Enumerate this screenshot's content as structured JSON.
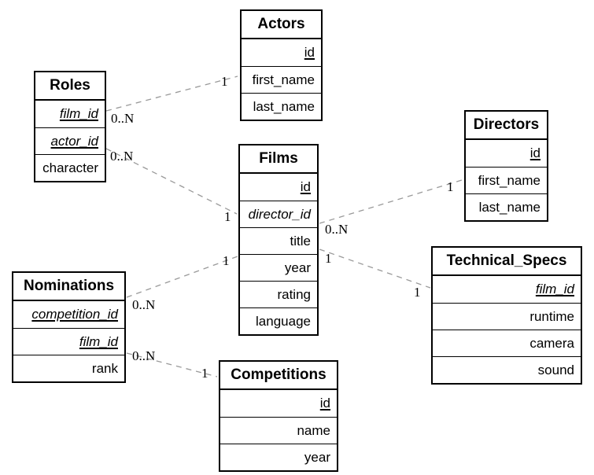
{
  "diagram": {
    "type": "entity-relationship",
    "colors": {
      "background": "#ffffff",
      "table_border": "#000000",
      "table_fill": "#ffffff",
      "text": "#000000",
      "relationship_line": "#9a9a9a"
    },
    "tables": [
      {
        "name": "Actors",
        "fields": [
          {
            "label": "id",
            "key": "primary"
          },
          {
            "label": "first_name",
            "key": "none"
          },
          {
            "label": "last_name",
            "key": "none"
          }
        ]
      },
      {
        "name": "Roles",
        "fields": [
          {
            "label": "film_id",
            "key": "primary-foreign"
          },
          {
            "label": "actor_id",
            "key": "primary-foreign"
          },
          {
            "label": "character",
            "key": "none"
          }
        ]
      },
      {
        "name": "Films",
        "fields": [
          {
            "label": "id",
            "key": "primary"
          },
          {
            "label": "director_id",
            "key": "foreign"
          },
          {
            "label": "title",
            "key": "none"
          },
          {
            "label": "year",
            "key": "none"
          },
          {
            "label": "rating",
            "key": "none"
          },
          {
            "label": "language",
            "key": "none"
          }
        ]
      },
      {
        "name": "Directors",
        "fields": [
          {
            "label": "id",
            "key": "primary"
          },
          {
            "label": "first_name",
            "key": "none"
          },
          {
            "label": "last_name",
            "key": "none"
          }
        ]
      },
      {
        "name": "Nominations",
        "fields": [
          {
            "label": "competition_id",
            "key": "primary-foreign"
          },
          {
            "label": "film_id",
            "key": "primary-foreign"
          },
          {
            "label": "rank",
            "key": "none"
          }
        ]
      },
      {
        "name": "Competitions",
        "fields": [
          {
            "label": "id",
            "key": "primary"
          },
          {
            "label": "name",
            "key": "none"
          },
          {
            "label": "year",
            "key": "none"
          }
        ]
      },
      {
        "name": "Technical_Specs",
        "fields": [
          {
            "label": "film_id",
            "key": "primary-foreign"
          },
          {
            "label": "runtime",
            "key": "none"
          },
          {
            "label": "camera",
            "key": "none"
          },
          {
            "label": "sound",
            "key": "none"
          }
        ]
      }
    ],
    "relationships": [
      {
        "from": "Roles",
        "to": "Actors",
        "from_card": "0..N",
        "to_card": "1"
      },
      {
        "from": "Roles",
        "to": "Films",
        "from_card": "0..N",
        "to_card": "1"
      },
      {
        "from": "Films",
        "to": "Directors",
        "from_card": "0..N",
        "to_card": "1"
      },
      {
        "from": "Films",
        "to": "Technical_Specs",
        "from_card": "1",
        "to_card": "1"
      },
      {
        "from": "Nominations",
        "to": "Films",
        "from_card": "0..N",
        "to_card": "1"
      },
      {
        "from": "Nominations",
        "to": "Competitions",
        "from_card": "0..N",
        "to_card": "1"
      }
    ]
  }
}
